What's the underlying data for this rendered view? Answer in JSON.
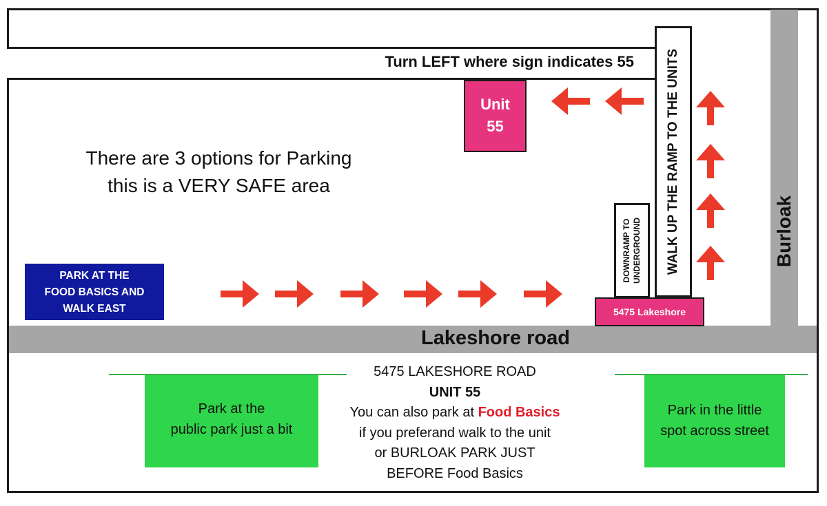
{
  "top_road": {
    "label": "Turn LEFT where sign indicates 55"
  },
  "ramp": {
    "label": "WALK UP THE RAMP TO THE UNITS"
  },
  "downramp": {
    "line1": "DOWNRAMP TO",
    "line2": "UNDERGROUND"
  },
  "unit_sign": {
    "line1": "Unit",
    "line2": "55"
  },
  "lakeshore_sign": {
    "label": "5475 Lakeshore"
  },
  "burloak_road": {
    "label": "Burloak"
  },
  "lakeshore_road": {
    "label": "Lakeshore road"
  },
  "intro": {
    "line1": "There are 3 options for Parking",
    "line2": "this is a VERY SAFE area"
  },
  "park_food_basics": {
    "line1": "PARK AT THE",
    "line2": "FOOD BASICS AND",
    "line3": "WALK EAST"
  },
  "green_left": {
    "line1": "Park at the",
    "line2": "public park just a bit"
  },
  "green_right": {
    "line1": "Park in the little",
    "line2": "spot across street"
  },
  "info": {
    "address": "5475 LAKESHORE ROAD",
    "unit": "UNIT 55",
    "also_park_prefix": "You can also park at ",
    "also_park_highlight": "Food Basics",
    "line4": "if you preferand walk to the unit",
    "line5": "or BURLOAK PARK JUST",
    "line6": "BEFORE Food Basics"
  },
  "colors": {
    "arrow": "#ea3b2a",
    "pink": "#e6357e",
    "navy": "#11199e",
    "green": "#2fd54a",
    "road_gray": "#a6a6a6",
    "highlight_red": "#e11d2a"
  },
  "icons": {
    "route_arrow_right": "arrow-right-icon",
    "route_arrow_left": "arrow-left-icon",
    "route_arrow_up": "arrow-up-icon"
  }
}
